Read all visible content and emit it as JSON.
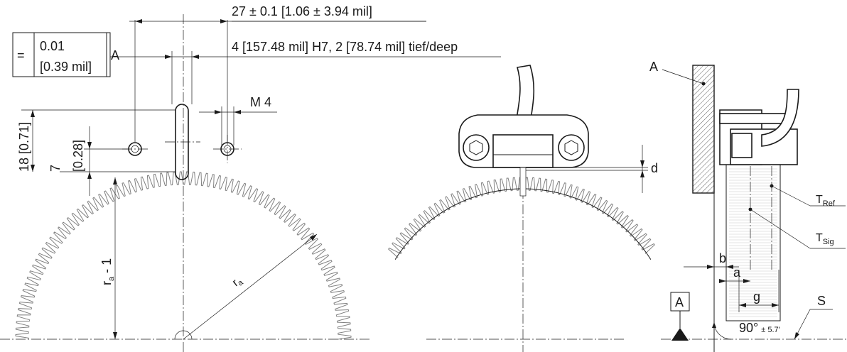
{
  "dimensions": {
    "distance_27": "27 ± 0.1 [1.06 ± 3.94 mil]",
    "slot": "4 [157.48 mil] H7, 2 [78.74 mil] tief/deep",
    "thread": "M 4",
    "height_18": "18 [0.71]",
    "height_7": "7",
    "height_7_inch": "[0.28]",
    "radius_minus": "r",
    "radius_minus_sub": "a",
    "radius_minus_suffix": " - 1",
    "radius": "r",
    "radius_sub": "a",
    "gap_d": "d",
    "dim_b": "b",
    "dim_a": "a",
    "dim_g": "g",
    "angle": "90°",
    "angle_tol": "± 5.7'"
  },
  "tolerance_frame": {
    "symbol": "=",
    "value": "0.01",
    "value_inch": "[0.39 mil]",
    "datum": "A"
  },
  "labels": {
    "datum_a": "A",
    "datum_box": "A",
    "surface_s": "S",
    "t_ref": "T",
    "t_ref_sub": "Ref",
    "t_sig": "T",
    "t_sig_sub": "Sig"
  }
}
